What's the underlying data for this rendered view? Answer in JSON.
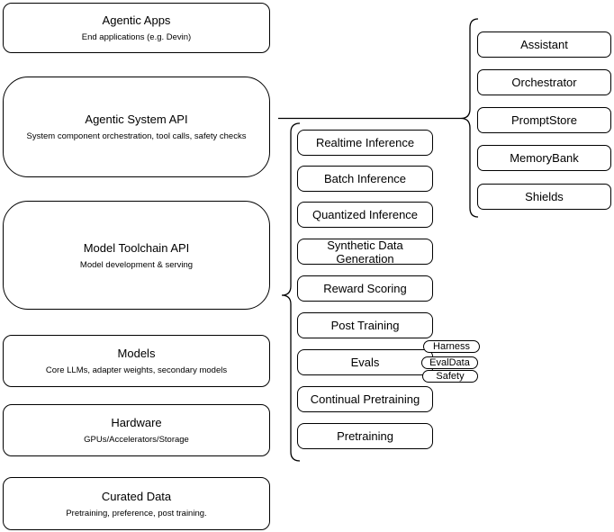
{
  "stack_layers": [
    {
      "title": "Agentic Apps",
      "subtitle": "End applications (e.g. Devin)"
    },
    {
      "title": "Agentic System API",
      "subtitle": "System component orchestration, tool calls, safety checks"
    },
    {
      "title": "Model Toolchain API",
      "subtitle": "Model development & serving"
    },
    {
      "title": "Models",
      "subtitle": "Core LLMs, adapter weights, secondary models"
    },
    {
      "title": "Hardware",
      "subtitle": "GPUs/Accelerators/Storage"
    },
    {
      "title": "Curated Data",
      "subtitle": "Pretraining, preference, post training."
    }
  ],
  "toolchain_services": {
    "items": [
      "Realtime Inference",
      "Batch Inference",
      "Quantized Inference",
      "Synthetic Data Generation",
      "Reward Scoring",
      "Post Training",
      "Evals",
      "Continual Pretraining",
      "Pretraining"
    ]
  },
  "evals_tags": [
    "Harness",
    "EvalData",
    "Safety"
  ],
  "agentic_components": {
    "items": [
      "Assistant",
      "Orchestrator",
      "PromptStore",
      "MemoryBank",
      "Shields"
    ]
  },
  "colors": {
    "stroke": "#000000",
    "fill": "#ffffff",
    "text": "#000000",
    "background": "#ffffff"
  }
}
